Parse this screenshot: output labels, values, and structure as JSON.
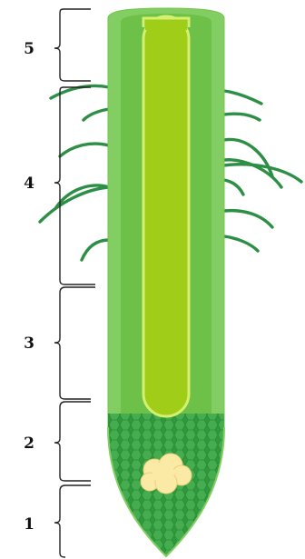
{
  "zones": [
    {
      "label": "5"
    },
    {
      "label": "4"
    },
    {
      "label": "3"
    },
    {
      "label": "2"
    },
    {
      "label": "1"
    }
  ],
  "colors": {
    "root_outer": "#83ce62",
    "root_cortex": "#6dc048",
    "root_core": "#9fcd18",
    "root_core_border": "#d5f070",
    "root_tip": "#2e9a3c",
    "root_tip_cells": "#4fb65a",
    "apical_meristem": "#fbe9a6",
    "root_hair": "#2c8f45",
    "brace": "#222222",
    "label": "#111111"
  }
}
